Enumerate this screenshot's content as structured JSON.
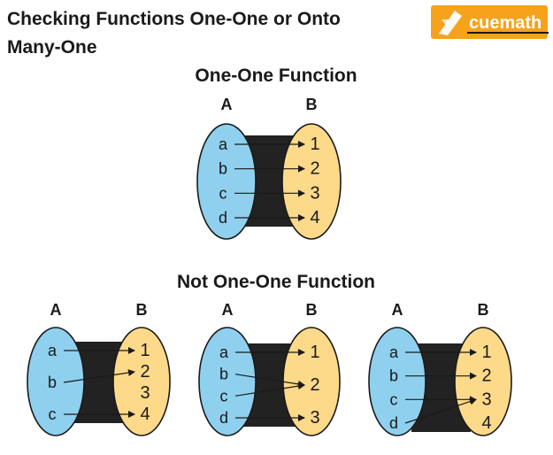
{
  "title": {
    "line1": "Checking Functions One-One or Onto",
    "line2": "Many-One"
  },
  "logo": {
    "text": "cuemath",
    "icon": "rocket-icon",
    "color": "#f7a21b"
  },
  "sections": {
    "one_to_one": {
      "heading": "One-One Function"
    },
    "not_one_to_one": {
      "heading": "Not One-One Function"
    }
  },
  "colors": {
    "domain": "#8fd0ee",
    "codomain": "#fdd98a"
  },
  "diagrams": [
    {
      "domain_label": "A",
      "codomain_label": "B",
      "domain": [
        "a",
        "b",
        "c",
        "d"
      ],
      "codomain": [
        "1",
        "2",
        "3",
        "4"
      ],
      "mapping": [
        [
          0,
          0
        ],
        [
          1,
          1
        ],
        [
          2,
          2
        ],
        [
          3,
          3
        ]
      ]
    },
    {
      "domain_label": "A",
      "codomain_label": "B",
      "domain": [
        "a",
        "b",
        "c"
      ],
      "codomain": [
        "1",
        "2",
        "3",
        "4"
      ],
      "mapping": [
        [
          0,
          0
        ],
        [
          1,
          1
        ],
        [
          2,
          3
        ]
      ]
    },
    {
      "domain_label": "A",
      "codomain_label": "B",
      "domain": [
        "a",
        "b",
        "c",
        "d"
      ],
      "codomain": [
        "1",
        "2",
        "3"
      ],
      "mapping": [
        [
          0,
          0
        ],
        [
          1,
          1
        ],
        [
          2,
          1
        ],
        [
          3,
          2
        ]
      ]
    },
    {
      "domain_label": "A",
      "codomain_label": "B",
      "domain": [
        "a",
        "b",
        "c",
        "d"
      ],
      "codomain": [
        "1",
        "2",
        "3",
        "4"
      ],
      "mapping": [
        [
          0,
          0
        ],
        [
          1,
          1
        ],
        [
          2,
          2
        ],
        [
          3,
          2
        ]
      ]
    }
  ]
}
